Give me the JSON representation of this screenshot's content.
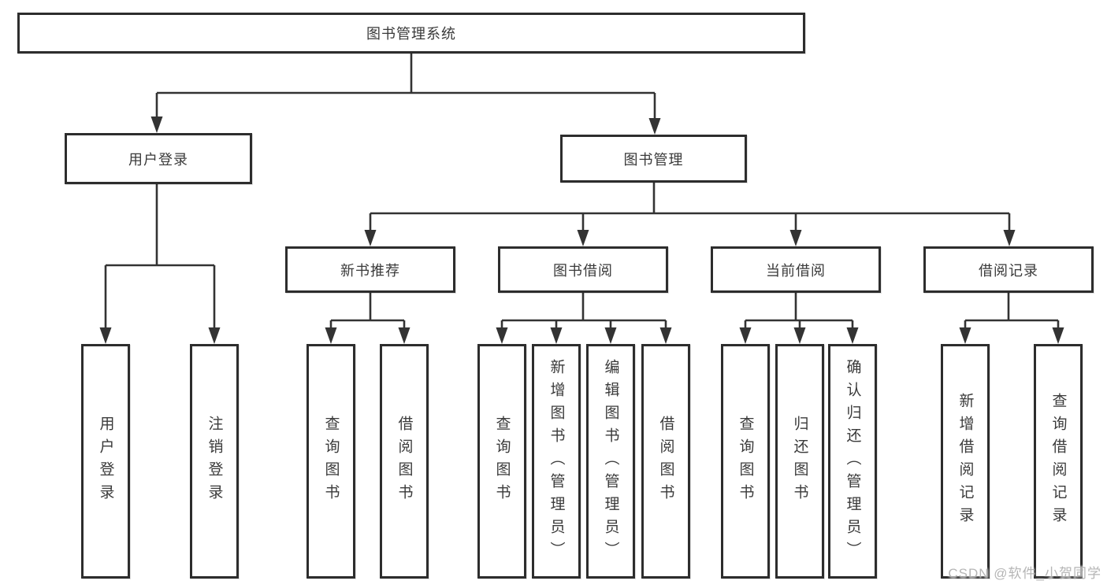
{
  "page": {
    "background": "#ffffff",
    "line_color": "#333333",
    "box_border_color": "#2d2d2d",
    "text_color": "#3a3a3a",
    "watermark_color": "#a8a8a8"
  },
  "tree": {
    "root": {
      "label": "图书管理系统"
    },
    "level2": [
      {
        "label": "用户登录"
      },
      {
        "label": "图书管理"
      }
    ],
    "level3": [
      {
        "label": "新书推荐",
        "parent": "图书管理"
      },
      {
        "label": "图书借阅",
        "parent": "图书管理"
      },
      {
        "label": "当前借阅",
        "parent": "图书管理"
      },
      {
        "label": "借阅记录",
        "parent": "图书管理"
      }
    ],
    "leaves": [
      {
        "label": "用户登录",
        "parent": "用户登录"
      },
      {
        "label": "注销登录",
        "parent": "用户登录"
      },
      {
        "label": "查询图书",
        "parent": "新书推荐"
      },
      {
        "label": "借阅图书",
        "parent": "新书推荐"
      },
      {
        "label": "查询图书",
        "parent": "图书借阅"
      },
      {
        "label": "新增图书（管理员）",
        "parent": "图书借阅"
      },
      {
        "label": "编辑图书（管理员）",
        "parent": "图书借阅"
      },
      {
        "label": "借阅图书",
        "parent": "图书借阅"
      },
      {
        "label": "查询图书",
        "parent": "当前借阅"
      },
      {
        "label": "归还图书",
        "parent": "当前借阅"
      },
      {
        "label": "确认归还（管理员）",
        "parent": "当前借阅"
      },
      {
        "label": "新增借阅记录",
        "parent": "借阅记录"
      },
      {
        "label": "查询借阅记录",
        "parent": "借阅记录"
      }
    ]
  },
  "watermark": {
    "text": "CSDN @软件_小贺同学"
  }
}
